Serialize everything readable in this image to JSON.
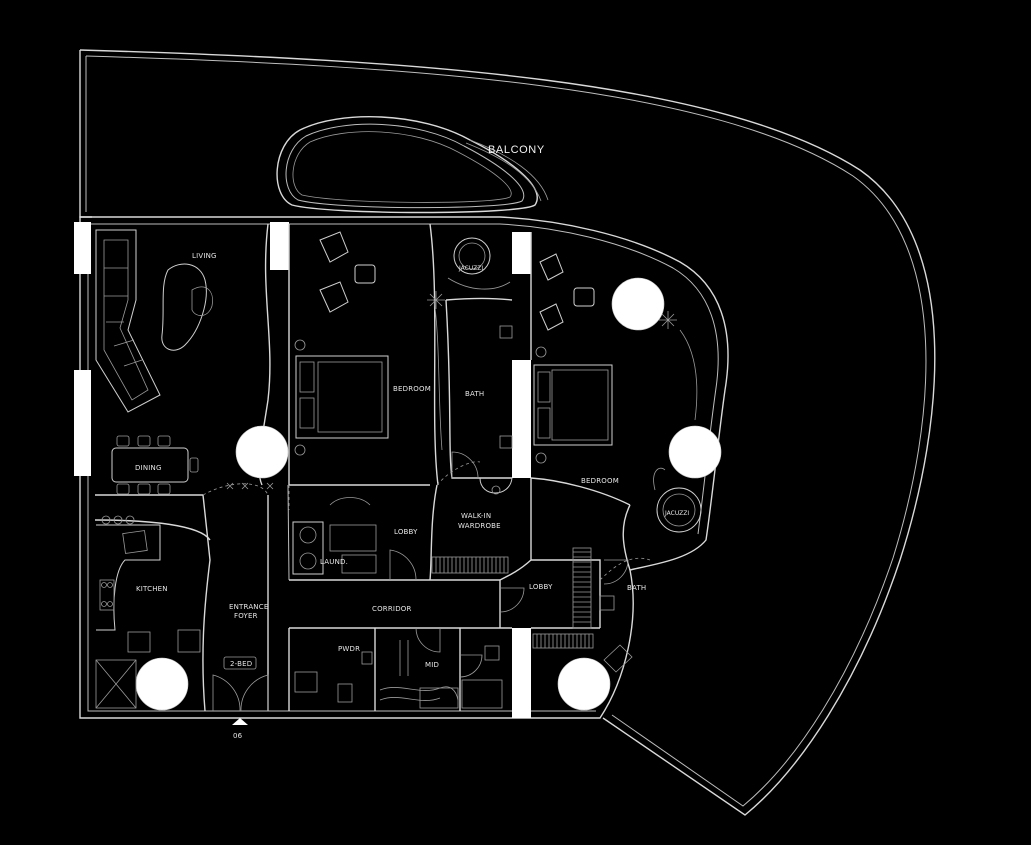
{
  "rooms": {
    "balcony": "BALCONY",
    "living": "LIVING",
    "dining": "DINING",
    "kitchen": "KITCHEN",
    "entrance_foyer_line1": "ENTRANCE",
    "entrance_foyer_line2": "FOYER",
    "bedroom_1": "BEDROOM",
    "bath_1": "BATH",
    "jacuzzi_1": "JACUZZI",
    "lobby_1": "LOBBY",
    "laundry": "LAUND.",
    "walkin_line1": "WALK-IN",
    "walkin_line2": "WARDROBE",
    "bedroom_2": "BEDROOM",
    "jacuzzi_2": "JACUZZI",
    "lobby_2": "LOBBY",
    "bath_2": "BATH",
    "corridor": "CORRIDOR",
    "pwdr": "PWDR",
    "mid": "MID"
  },
  "unit_type": "2-BED",
  "unit_number": "06",
  "colors": {
    "background": "#000000",
    "linework": "#d9d9d9",
    "columns": "#ffffff"
  }
}
